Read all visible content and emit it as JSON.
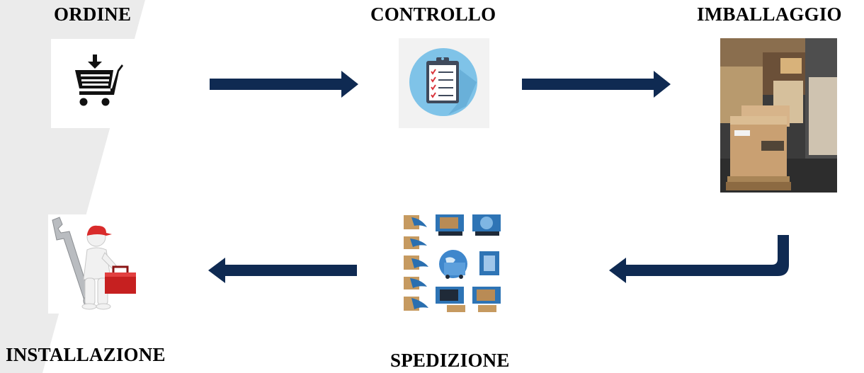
{
  "steps": {
    "order": {
      "label": "ORDINE",
      "icon": "shopping-cart-icon"
    },
    "check": {
      "label": "CONTROLLO",
      "icon": "clipboard-checklist-icon"
    },
    "packing": {
      "label": "IMBALLAGGIO",
      "icon": "packed-boxes-photo"
    },
    "shipping": {
      "label": "SPEDIZIONE",
      "icon": "shipping-delivery-icon"
    },
    "installation": {
      "label": "INSTALLAZIONE",
      "icon": "technician-wrench-toolbox-icon"
    }
  },
  "colors": {
    "arrow": "#0f2a52",
    "background_shape": "#ebebeb",
    "label": "#000000",
    "clipboard_circle": "#7fc3e8"
  }
}
